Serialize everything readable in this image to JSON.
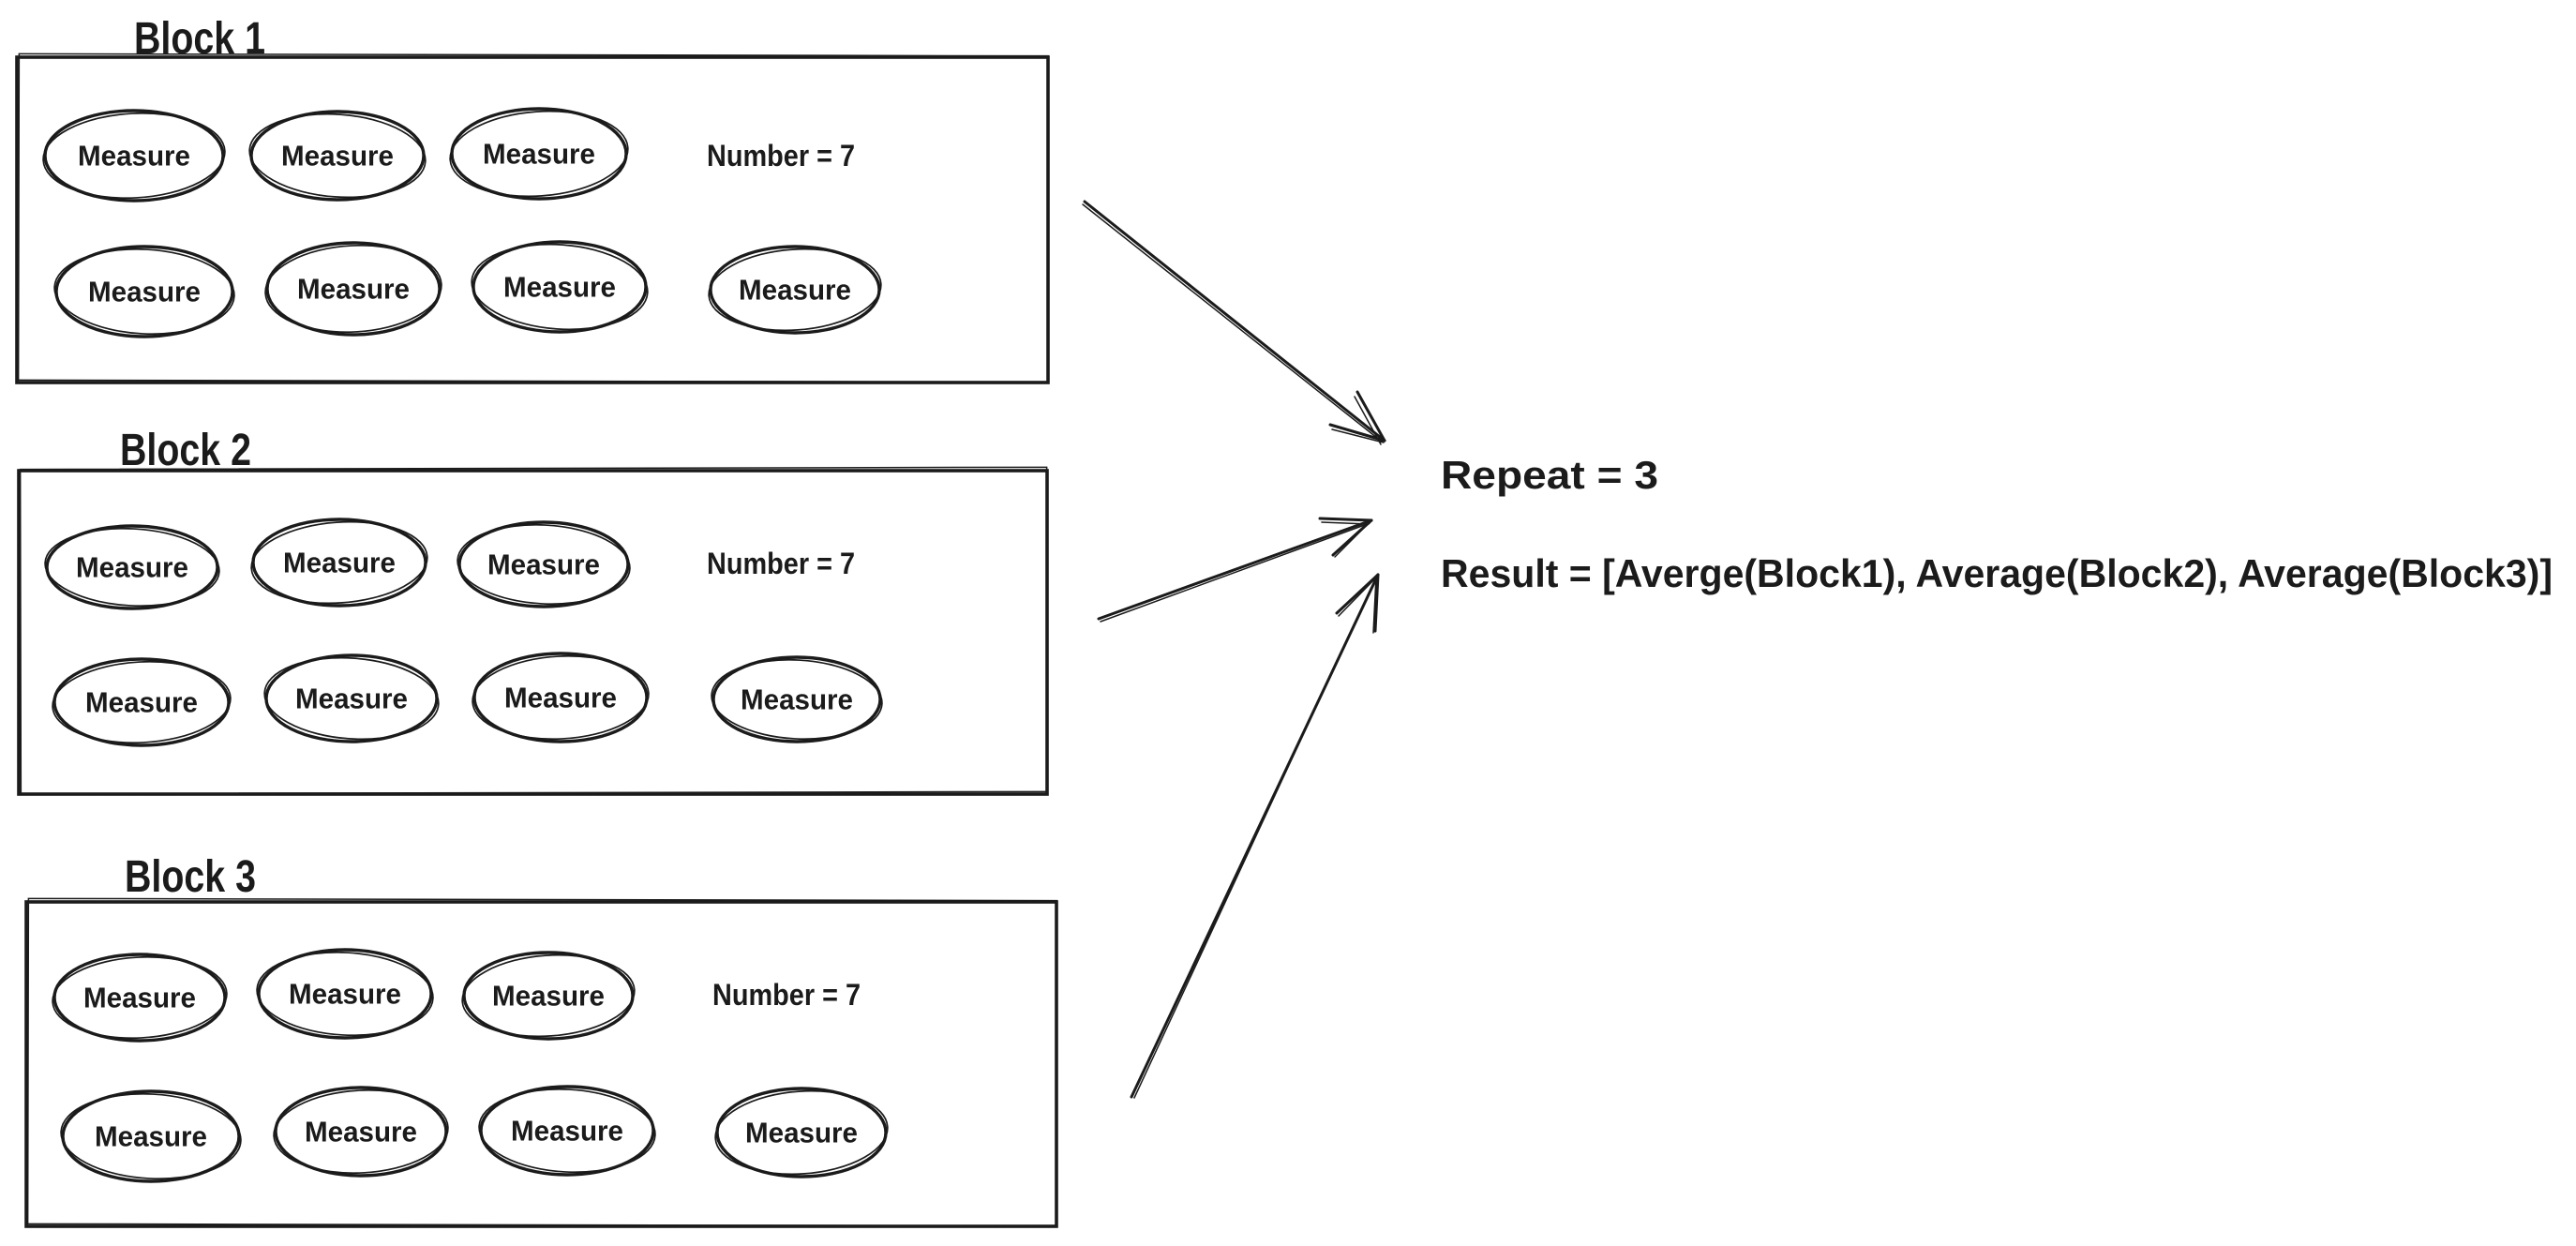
{
  "canvas": {
    "background": "#ffffff",
    "ink": "#1b1b1b"
  },
  "blocks": [
    {
      "title": "Block 1",
      "number_label": "Number = 7",
      "rows": [
        [
          "Measure",
          "Measure",
          "Measure"
        ],
        [
          "Measure",
          "Measure",
          "Measure",
          "Measure"
        ]
      ]
    },
    {
      "title": "Block 2",
      "number_label": "Number = 7",
      "rows": [
        [
          "Measure",
          "Measure",
          "Measure"
        ],
        [
          "Measure",
          "Measure",
          "Measure",
          "Measure"
        ]
      ]
    },
    {
      "title": "Block 3",
      "number_label": "Number = 7",
      "rows": [
        [
          "Measure",
          "Measure",
          "Measure"
        ],
        [
          "Measure",
          "Measure",
          "Measure",
          "Measure"
        ]
      ]
    }
  ],
  "result_panel": {
    "repeat_line": "Repeat = 3",
    "result_line": "Result = [Averge(Block1), Average(Block2), Average(Block3)]"
  },
  "arrows": [
    {
      "from": "Block 1",
      "to": "Result"
    },
    {
      "from": "Block 2",
      "to": "Result"
    },
    {
      "from": "Block 3",
      "to": "Result"
    }
  ]
}
